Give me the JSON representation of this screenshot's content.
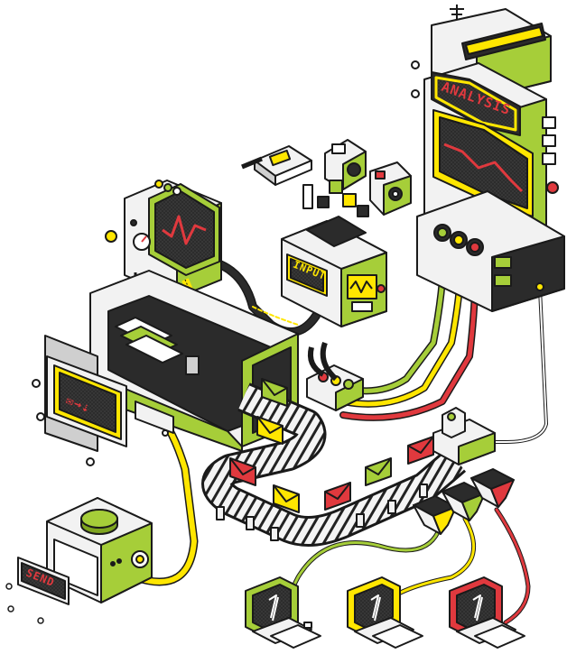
{
  "labels": {
    "analysis": "ANALYSIS",
    "input": "INPUT",
    "send": "SEND"
  },
  "colors": {
    "green": "#a6ce39",
    "yellow": "#ffe600",
    "red": "#e0393e",
    "screen": "#2b2b2b",
    "outline": "#1a1a1a",
    "panel": "#f2f2f2",
    "shade": "#cfcfcf"
  },
  "conveyor": {
    "envelopes": [
      "green",
      "yellow",
      "red",
      "yellow",
      "red",
      "green",
      "red"
    ]
  },
  "computers": [
    {
      "name": "computer-green",
      "color": "green"
    },
    {
      "name": "computer-yellow",
      "color": "yellow"
    },
    {
      "name": "computer-red",
      "color": "red"
    }
  ]
}
